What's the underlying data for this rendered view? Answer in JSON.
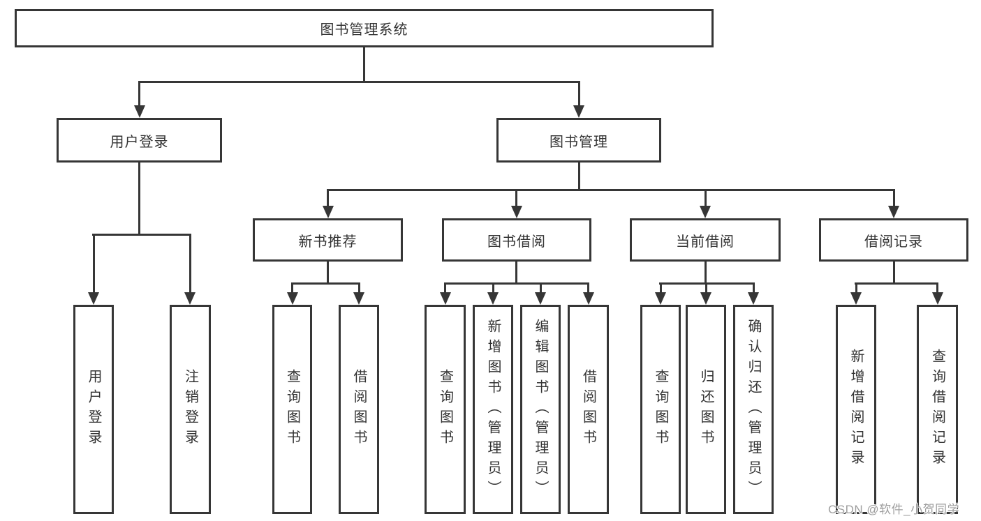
{
  "tree": {
    "root": {
      "label": "图书管理系统",
      "children": [
        {
          "label": "用户登录",
          "children": [
            {
              "label": "用户登录"
            },
            {
              "label": "注销登录"
            }
          ]
        },
        {
          "label": "图书管理",
          "children": [
            {
              "label": "新书推荐",
              "children": [
                {
                  "label": "查询图书"
                },
                {
                  "label": "借阅图书"
                }
              ]
            },
            {
              "label": "图书借阅",
              "children": [
                {
                  "label": "查询图书"
                },
                {
                  "label": "新增图书（管理员）"
                },
                {
                  "label": "编辑图书（管理员）"
                },
                {
                  "label": "借阅图书"
                }
              ]
            },
            {
              "label": "当前借阅",
              "children": [
                {
                  "label": "查询图书"
                },
                {
                  "label": "归还图书"
                },
                {
                  "label": "确认归还（管理员）"
                }
              ]
            },
            {
              "label": "借阅记录",
              "children": [
                {
                  "label": "新增借阅记录"
                },
                {
                  "label": "查询借阅记录"
                }
              ]
            }
          ]
        }
      ]
    }
  },
  "watermark": {
    "text": "CSDN @软件_小贺同学"
  },
  "colors": {
    "line": "#363636",
    "text": "#333333",
    "watermark": "#9e9e9e",
    "background": "#ffffff"
  }
}
